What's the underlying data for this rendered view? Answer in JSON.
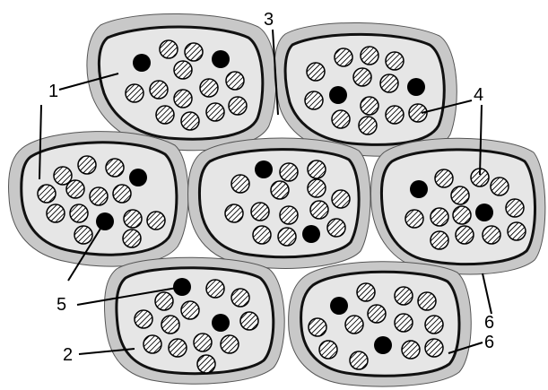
{
  "colors": {
    "outer_fill": "#c8c8c8",
    "inner_fill": "#e6e6e6",
    "outline": "#111111",
    "hatch": "#000000",
    "solid": "#000000"
  },
  "labels": [
    "1",
    "1",
    "2",
    "3",
    "4",
    "4",
    "5",
    "5",
    "6",
    "6"
  ]
}
